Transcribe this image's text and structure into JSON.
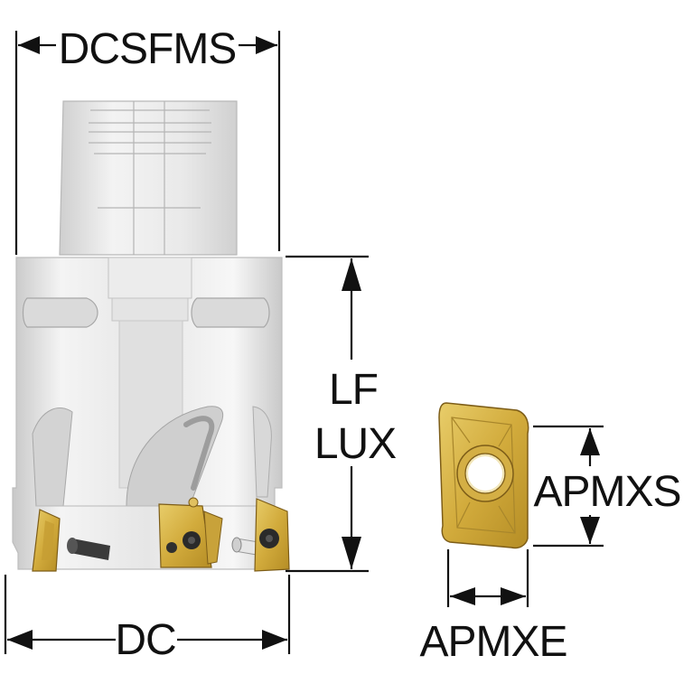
{
  "dimensions": {
    "dcsfms": "DCSFMS",
    "lf": "LF",
    "lux": "LUX",
    "dc": "DC",
    "apmxs": "APMXS",
    "apmxe": "APMXE"
  },
  "colors": {
    "line": "#111111",
    "body_light": "#f2f2f2",
    "body_mid": "#d6d6d6",
    "body_dark": "#a9a9a9",
    "insert_gold": "#d9b84a",
    "insert_dark": "#8a6a1e",
    "screw": "#2a2a2a"
  }
}
